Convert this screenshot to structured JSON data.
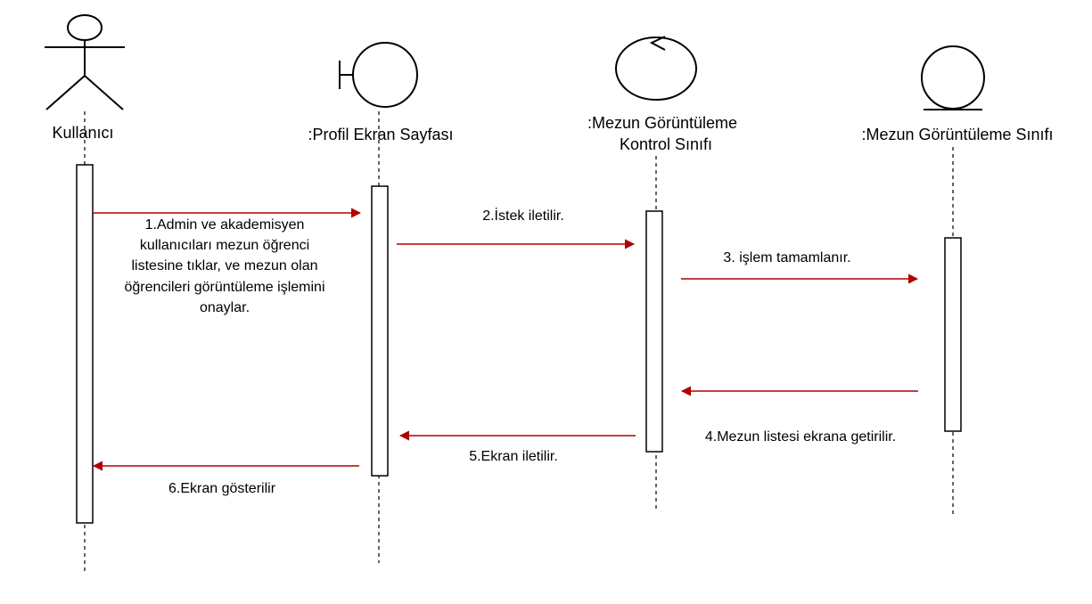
{
  "diagram": {
    "participants": [
      {
        "name": "Kullanıcı",
        "kind": "actor"
      },
      {
        "name": ":Profil Ekran Sayfası",
        "kind": "boundary"
      },
      {
        "name_line1": ":Mezun Görüntüleme",
        "name_line2": "Kontrol Sınıfı",
        "kind": "control"
      },
      {
        "name": ":Mezun Görüntüleme Sınıfı",
        "kind": "entity"
      }
    ],
    "messages": [
      {
        "from": "Kullanıcı",
        "to": ":Profil Ekran Sayfası",
        "lines": [
          "1.Admin ve akademisyen",
          "kullanıcıları mezun öğrenci",
          "listesine tıklar, ve mezun olan",
          "öğrencileri görüntüleme işlemini",
          "onaylar."
        ]
      },
      {
        "from": ":Profil Ekran Sayfası",
        "to": "Kontrol Sınıfı",
        "label": "2.İstek iletilir."
      },
      {
        "from": "Kontrol Sınıfı",
        "to": ":Mezun Görüntüleme Sınıfı",
        "label": "3. işlem tamamlanır."
      },
      {
        "from": ":Mezun Görüntüleme Sınıfı",
        "to": "Kontrol Sınıfı",
        "label": "4.Mezun listesi ekrana getirilir."
      },
      {
        "from": "Kontrol Sınıfı",
        "to": ":Profil Ekran Sayfası",
        "label": "5.Ekran iletilir."
      },
      {
        "from": ":Profil Ekran Sayfası",
        "to": "Kullanıcı",
        "label": "6.Ekran gösterilir"
      }
    ],
    "colors": {
      "message_arrow": "#b00000",
      "line": "#000000",
      "background": "#ffffff"
    }
  }
}
